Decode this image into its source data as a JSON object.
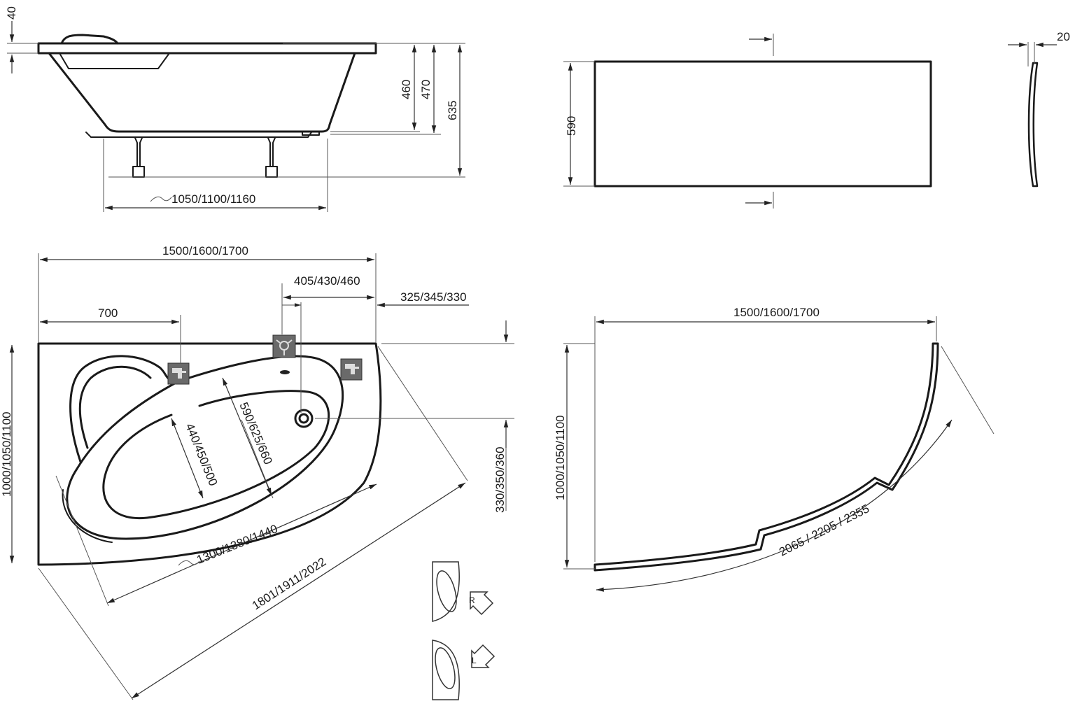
{
  "side_view": {
    "rim_thickness": "40",
    "depth_inner": "460",
    "depth_outer": "470",
    "total_height": "635",
    "leg_span": "1050/1100/1160"
  },
  "front_panel": {
    "height": "590",
    "thickness": "20"
  },
  "plan_view": {
    "length": "1500/1600/1700",
    "drain_offset": "405/430/460",
    "drain_edge_offset": "325/345/330",
    "faucet_offset": "700",
    "width": "1000/1050/1100",
    "drain_depth_offset": "330/350/360",
    "inner_width_outer": "590/625/660",
    "inner_width": "440/450/500",
    "inner_length": "1300/1380/1440",
    "diagonal": "1801/1911/2022"
  },
  "apron_plan": {
    "length": "1500/1600/1700",
    "width": "1000/1050/1100",
    "arc_length": "2065 / 2205 / 2355"
  },
  "variants": {
    "right_label": "R",
    "left_label": "L"
  },
  "icons": [
    "faucet-icon",
    "overflow-drain-icon",
    "arrow-icon"
  ]
}
